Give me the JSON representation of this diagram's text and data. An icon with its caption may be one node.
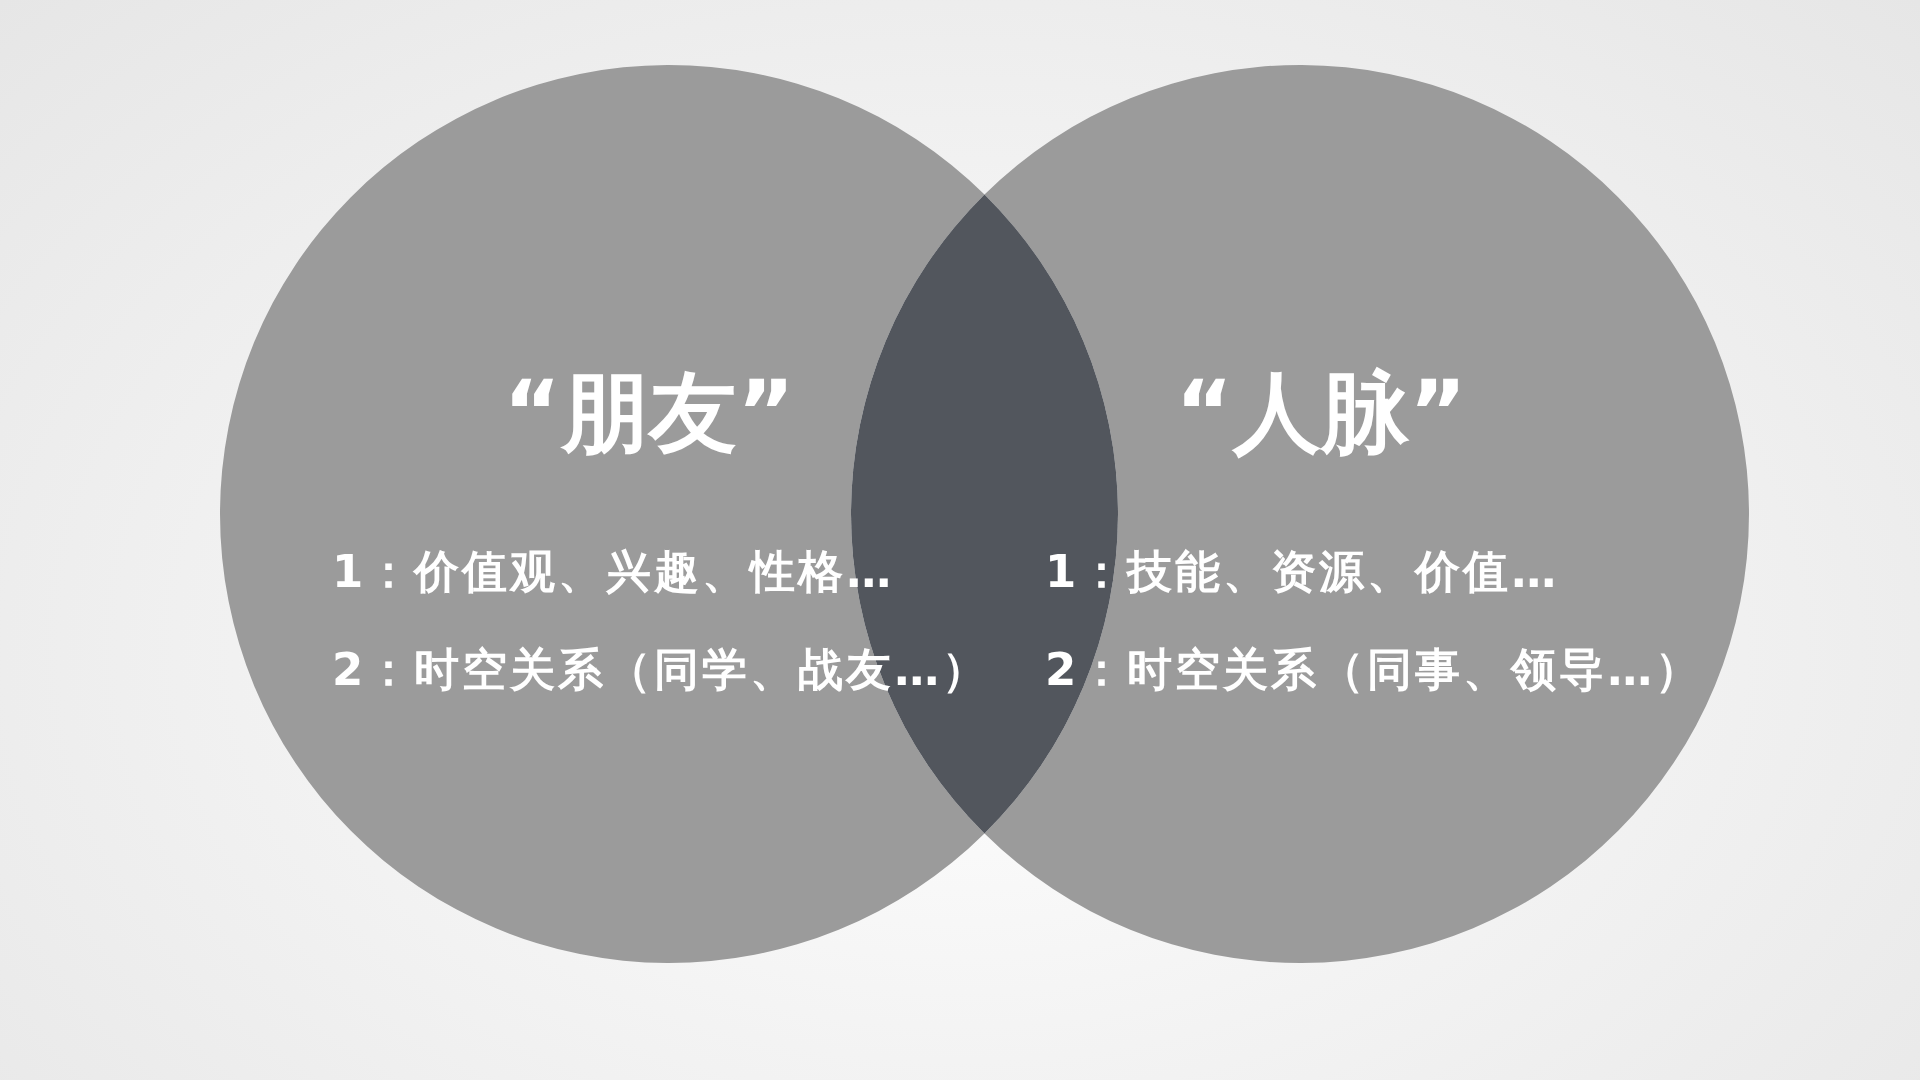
{
  "diagram": {
    "nodes": [
      {
        "text": [
          "“朋友”",
          "1：价值观、兴趣、性格…",
          "2：时空关系（同学、战友…）"
        ]
      },
      {
        "text": [
          "“人脉”",
          "1：技能、资源、价值…",
          "2：时空关系（同事、领导…）"
        ]
      },
      {
        "text": [],
        "shape": "lens"
      }
    ]
  }
}
